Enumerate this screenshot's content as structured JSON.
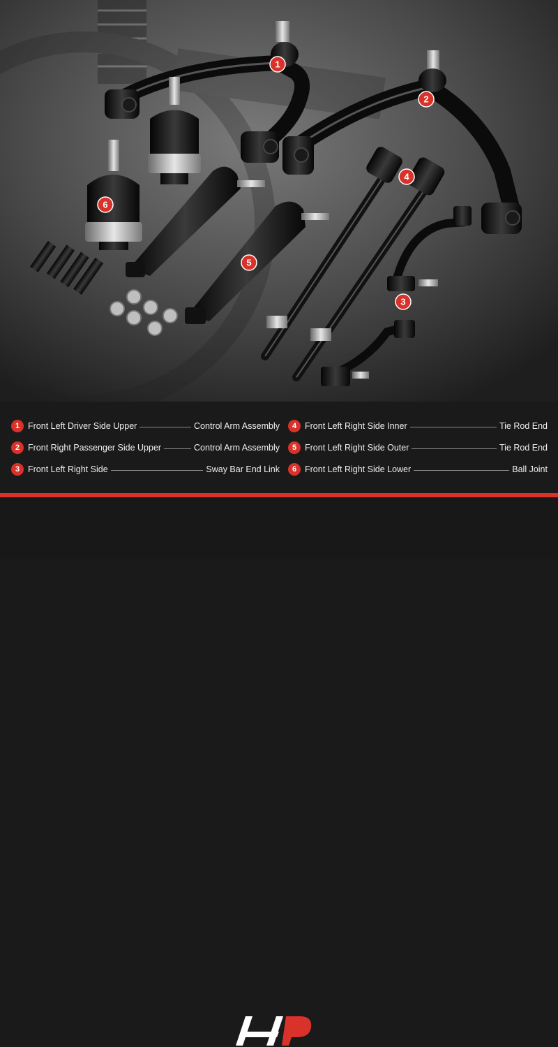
{
  "colors": {
    "accent": "#d8322a",
    "background": "#1a1a1a",
    "text": "#f0f0f0"
  },
  "callouts": [
    "1",
    "2",
    "3",
    "4",
    "5",
    "6"
  ],
  "parts": [
    {
      "num": "1",
      "label": "Front Left Driver Side Upper",
      "desc": "Control Arm Assembly"
    },
    {
      "num": "2",
      "label": "Front Right Passenger Side Upper",
      "desc": "Control Arm Assembly"
    },
    {
      "num": "3",
      "label": "Front Left Right Side",
      "desc": "Sway Bar End Link"
    },
    {
      "num": "4",
      "label": "Front Left Right Side Inner",
      "desc": "Tie Rod End"
    },
    {
      "num": "5",
      "label": "Front Left Right Side Outer",
      "desc": "Tie Rod End"
    },
    {
      "num": "6",
      "label": "Front Left Right Side Lower",
      "desc": "Ball Joint"
    }
  ],
  "logo": {
    "icon": "brand-logo-icon"
  }
}
